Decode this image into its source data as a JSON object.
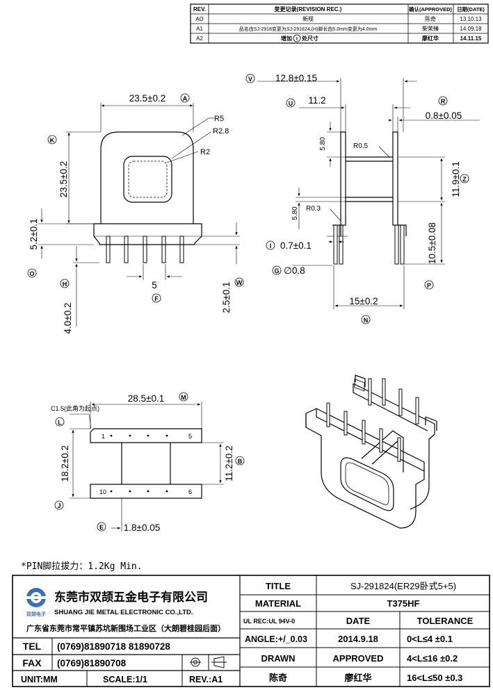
{
  "revision_table": {
    "headers": {
      "rev": "REV.",
      "record": "变更记录(REVISION REC.)",
      "approved": "确认(APPROVED)",
      "date": "日期(DATE)"
    },
    "rows": [
      {
        "rev": "AO",
        "desc": "新规",
        "by": "陈奇",
        "date": "13.10.13"
      },
      {
        "rev": "A1",
        "desc": "品名由SJ-2918变更为SJ-291824,(H)脚长由5.0mm变更为4.0mm",
        "by": "柴荣臻",
        "date": "14.09.18"
      },
      {
        "rev": "A2",
        "desc_pre": "增加",
        "desc_mark": "I",
        "desc_post": "处尺寸",
        "by": "廖红华",
        "date": "14.11.15"
      }
    ]
  },
  "front_view": {
    "width": {
      "mark": "A",
      "value": "23.5±0.2"
    },
    "height": {
      "mark": "K",
      "value": "23.5±0.2"
    },
    "radius_outer": "R5",
    "radius_mid": "R2.8",
    "radius_inner": "R2",
    "flange_height": {
      "mark": "O",
      "value": "5.2±0.1"
    },
    "pin_length": {
      "mark": "H",
      "value": "4.0±0.2"
    },
    "pin_pitch": {
      "mark": "F",
      "value": "5"
    },
    "pin_step": {
      "mark": "W",
      "value": "2.5±0.1"
    }
  },
  "side_view": {
    "total_width": {
      "mark": "V",
      "value": "12.8±0.15"
    },
    "inner_width": {
      "mark": "U",
      "value": "11.2"
    },
    "flange_thickness": {
      "mark": "R",
      "value": "0.8±0.05"
    },
    "winding_height": {
      "mark": "Z",
      "value": "11.9±0.1"
    },
    "wall_top": "5.80",
    "wall_bottom": "5.80",
    "corner_r1": "R0.5",
    "corner_r2": "R0.3",
    "pin_width": {
      "mark": "I",
      "value": "0.7±0.1"
    },
    "pin_diameter": {
      "mark": "G",
      "value": "0.8",
      "prefix": "∅"
    },
    "base_height": {
      "mark": "P",
      "value": "10.5±0.08"
    },
    "pin_span": {
      "mark": "N",
      "value": "15±0.2"
    }
  },
  "bottom_view": {
    "chamfer": "C1.5(此角为起点)",
    "length": {
      "mark": "M",
      "value": "28.5±0.1"
    },
    "start_mark": "L",
    "depth": {
      "mark": "J",
      "value": "18.2±0.2"
    },
    "inner_gap": {
      "mark": "B",
      "value": "11.2±0.2"
    },
    "rail_width": {
      "mark": "E",
      "value": "1.8±0.05"
    },
    "pin_labels": {
      "p1": "1",
      "p5": "5",
      "p10": "10",
      "p6": "6"
    }
  },
  "note": "*PIN脚拉拔力：1.2Kg Min.",
  "title_block": {
    "company_cn": "东莞市双颉五金电子有限公司",
    "company_en": "SHUANG JIE METAL ELECTRONIC CO.,LTD.",
    "logo_text": "双颉电子",
    "address": "广东省东莞市常平镇苏坑新围场工业区（大朗碧桂园后面）",
    "tel_label": "TEL",
    "tel_value": "(0769)81890718 81890728",
    "fax_label": "FAX",
    "fax_value": "(0769)81890708",
    "unit": "UNIT:MM",
    "scale": "SCALE:1/1",
    "rev": "REV.:A1",
    "title_label": "TITLE",
    "title_value": "SJ-291824(ER29卧式5+5)",
    "material_label": "MATERIAL",
    "material_value": "T375HF",
    "ul_rec": "UL REC:UL 94V-0",
    "date_label": "DATE",
    "tolerance_label": "TOLERANCE",
    "angle": "ANGLE:+/_0.03",
    "date_value": "2014.9.18",
    "tol1": "0<L≤4   ±0.1",
    "drawn_label": "DRAWN",
    "approved_label": "APPROVED",
    "tol2": "4<L≤16  ±0.2",
    "drawn_by": "陈奇",
    "approved_by": "廖红华",
    "tol3": "16<L≤50  ±0.3"
  }
}
